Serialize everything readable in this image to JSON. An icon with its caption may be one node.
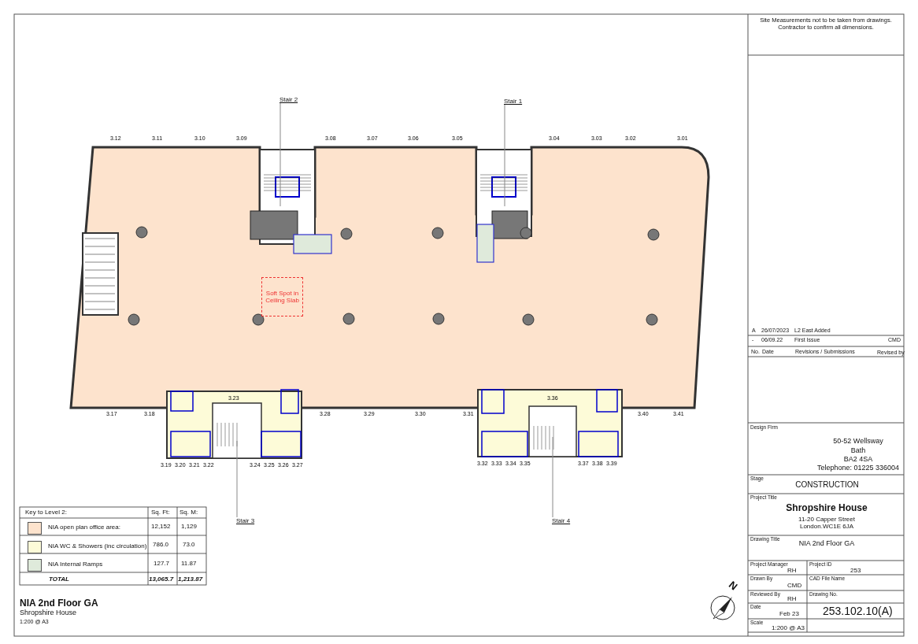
{
  "diagram": {
    "title": "NIA 2nd Floor GA",
    "nodes": [
      {
        "text": [
          "Stair 2"
        ]
      },
      {
        "text": [
          "Stair 1"
        ]
      },
      {
        "text": [
          "Stair 3"
        ]
      },
      {
        "text": [
          "Stair 4"
        ]
      },
      {
        "text": [
          "Soft Spot in Ceiling Slab"
        ]
      }
    ],
    "edges": [
      {
        "from": 0,
        "to": null,
        "arrow": "none"
      },
      {
        "from": 1,
        "to": null,
        "arrow": "none"
      },
      {
        "from": 2,
        "to": null,
        "arrow": "none"
      },
      {
        "from": 3,
        "to": null,
        "arrow": "none"
      }
    ],
    "labels": [
      "Site Measurements not to be taken from drawings. Contractor to confirm all dimensions.",
      "A",
      "26/07/2023",
      "L2 East Added",
      "-",
      "06/09.22",
      "First Issue",
      "CMD",
      "No.",
      "Date",
      "Revisions / Submissions",
      "Revised by",
      "Design Firm",
      "50-52 Wellsway",
      "Bath",
      "BA2 4SA",
      "Telephone: 01225 336004",
      "Stage",
      "CONSTRUCTION",
      "Project Title",
      "Shropshire House",
      "11-20 Capper Street",
      "London.WC1E 6JA",
      "Drawing Title",
      "NIA 2nd Floor GA",
      "Project Manager",
      "RH",
      "Project ID",
      "253",
      "Drawn By",
      "CMD",
      "CAD File Name",
      "Reviewed By",
      "RH",
      "Drawing No.",
      "253.102.10(A)",
      "Date",
      "Feb 23",
      "Scale",
      "1:200 @ A3",
      "Key to Level 2:",
      "Sq. Ft:",
      "Sq. M:",
      "12,152",
      "1,129",
      "786.0",
      "73.0",
      "127.7",
      "11.87",
      "TOTAL",
      "13,065.7",
      "1,213.87",
      "Shropshire House",
      "1:200 @ A3",
      "N",
      "3.12",
      "3.11",
      "3.10",
      "3.09",
      "3.08",
      "3.07",
      "3.06",
      "3.05",
      "3.04",
      "3.03",
      "3.02",
      "3.01",
      "3.17",
      "3.18",
      "3.23",
      "3.28",
      "3.29",
      "3.30",
      "3.31",
      "3.36",
      "3.40",
      "3.41",
      "3.19",
      "3.20",
      "3.21",
      "3.22",
      "3.24",
      "3.25",
      "3.26",
      "3.27",
      "3.32",
      "3.33",
      "3.34",
      "3.35",
      "3.37",
      "3.38",
      "3.39"
    ],
    "legend": [
      {
        "text": "NIA open plan office area:",
        "color": "#fde3cd"
      },
      {
        "text": "NIA WC & Showers (inc circulation)",
        "color": "#fdfbd8"
      },
      {
        "text": "NIA Internal Ramps",
        "color": "#dfeadb"
      }
    ]
  }
}
